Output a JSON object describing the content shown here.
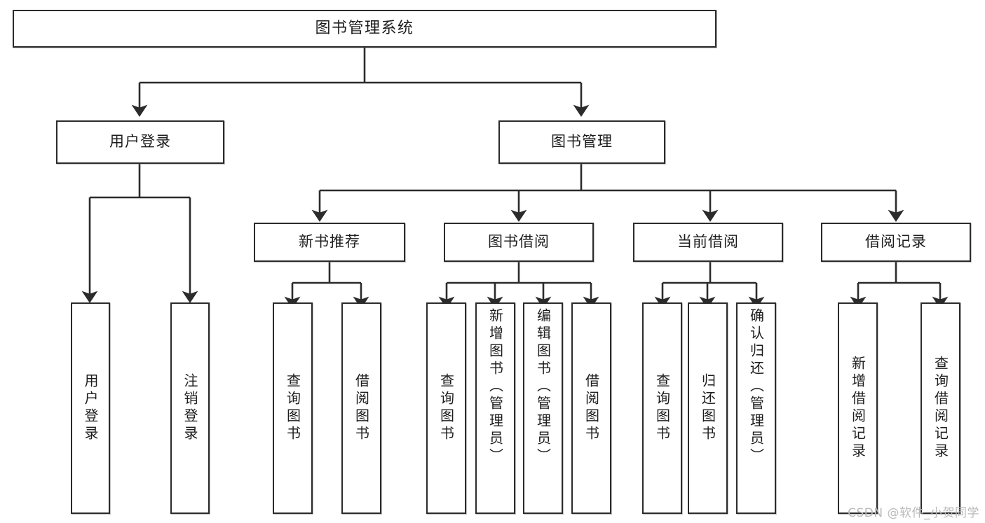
{
  "diagram": {
    "title": "图书管理系统",
    "watermark": "CSDN @软件_小贺同学",
    "line_color": "#2b2b2b",
    "box_fill": "#ffffff",
    "text_color": "#1d1d1d",
    "root": {
      "label": "图书管理系统"
    },
    "level2": [
      {
        "label": "用户登录"
      },
      {
        "label": "图书管理"
      }
    ],
    "level3": [
      {
        "label": "新书推荐"
      },
      {
        "label": "图书借阅"
      },
      {
        "label": "当前借阅"
      },
      {
        "label": "借阅记录"
      }
    ],
    "leaves": {
      "user_login": [
        {
          "label": "用户登录"
        },
        {
          "label": "注销登录"
        }
      ],
      "new_book": [
        {
          "label": "查询图书"
        },
        {
          "label": "借阅图书"
        }
      ],
      "book_borrow": [
        {
          "label": "查询图书"
        },
        {
          "label": "新增图书（管理员）"
        },
        {
          "label": "编辑图书（管理员）"
        },
        {
          "label": "借阅图书"
        }
      ],
      "current_borrow": [
        {
          "label": "查询图书"
        },
        {
          "label": "归还图书"
        },
        {
          "label": "确认归还（管理员）"
        }
      ],
      "borrow_record": [
        {
          "label": "新增借阅记录"
        },
        {
          "label": "查询借阅记录"
        }
      ]
    }
  },
  "chart_data": {
    "type": "tree",
    "title": "图书管理系统",
    "nodes": [
      {
        "id": "root",
        "label": "图书管理系统",
        "level": 0,
        "parent": null
      },
      {
        "id": "l2-1",
        "label": "用户登录",
        "level": 1,
        "parent": "root"
      },
      {
        "id": "l2-2",
        "label": "图书管理",
        "level": 1,
        "parent": "root"
      },
      {
        "id": "l3-1",
        "label": "新书推荐",
        "level": 2,
        "parent": "l2-2"
      },
      {
        "id": "l3-2",
        "label": "图书借阅",
        "level": 2,
        "parent": "l2-2"
      },
      {
        "id": "l3-3",
        "label": "当前借阅",
        "level": 2,
        "parent": "l2-2"
      },
      {
        "id": "l3-4",
        "label": "借阅记录",
        "level": 2,
        "parent": "l2-2"
      },
      {
        "id": "l4-1",
        "label": "用户登录",
        "level": 2,
        "parent": "l2-1"
      },
      {
        "id": "l4-2",
        "label": "注销登录",
        "level": 2,
        "parent": "l2-1"
      },
      {
        "id": "l4-3",
        "label": "查询图书",
        "level": 3,
        "parent": "l3-1"
      },
      {
        "id": "l4-4",
        "label": "借阅图书",
        "level": 3,
        "parent": "l3-1"
      },
      {
        "id": "l4-5",
        "label": "查询图书",
        "level": 3,
        "parent": "l3-2"
      },
      {
        "id": "l4-6",
        "label": "新增图书（管理员）",
        "level": 3,
        "parent": "l3-2"
      },
      {
        "id": "l4-7",
        "label": "编辑图书（管理员）",
        "level": 3,
        "parent": "l3-2"
      },
      {
        "id": "l4-8",
        "label": "借阅图书",
        "level": 3,
        "parent": "l3-2"
      },
      {
        "id": "l4-9",
        "label": "查询图书",
        "level": 3,
        "parent": "l3-3"
      },
      {
        "id": "l4-10",
        "label": "归还图书",
        "level": 3,
        "parent": "l3-3"
      },
      {
        "id": "l4-11",
        "label": "确认归还（管理员）",
        "level": 3,
        "parent": "l3-3"
      },
      {
        "id": "l4-12",
        "label": "新增借阅记录",
        "level": 3,
        "parent": "l3-4"
      },
      {
        "id": "l4-13",
        "label": "查询借阅记录",
        "level": 3,
        "parent": "l3-4"
      }
    ]
  }
}
